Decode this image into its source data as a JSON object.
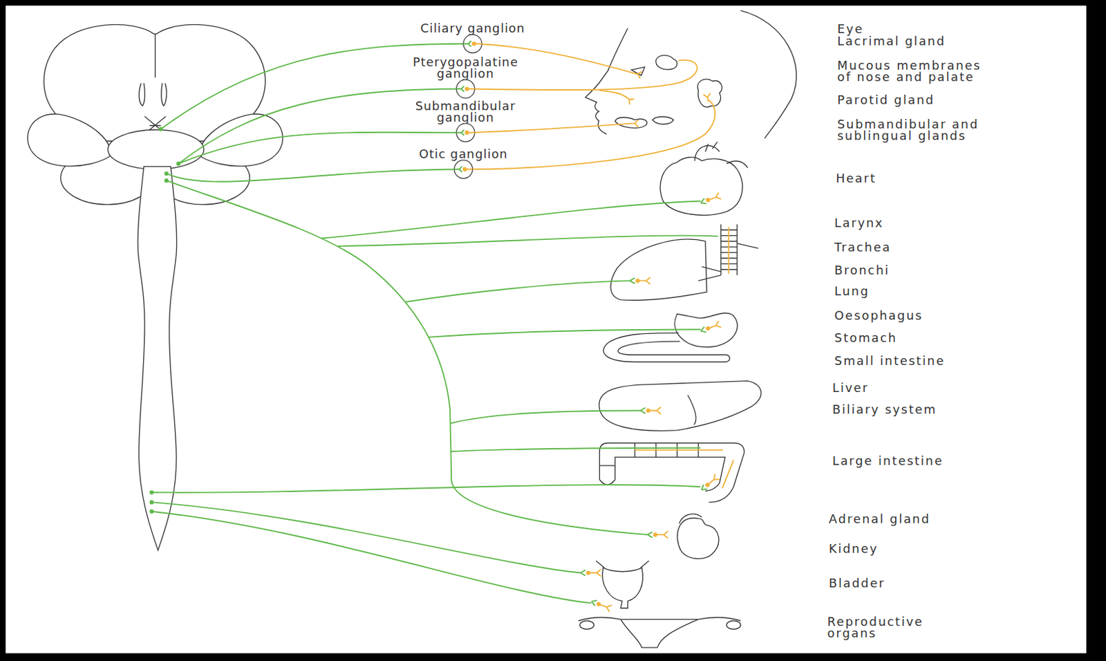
{
  "diagram": {
    "nodes": [
      {
        "text": [
          "Ciliary ganglion"
        ]
      },
      {
        "text": [
          "Pterygopalatine ganglion"
        ]
      },
      {
        "text": [
          "Submandibular ganglion"
        ]
      },
      {
        "text": [
          "Otic ganglion"
        ]
      }
    ],
    "labels": [
      "Eye",
      "Lacrimal gland",
      "Mucous membranes of nose and palate",
      "Parotid gland",
      "Submandibular and sublingual glands",
      "Heart",
      "Larynx",
      "Trachea",
      "Bronchi",
      "Lung",
      "Oesophagus",
      "Stomach",
      "Small intestine",
      "Liver",
      "Biliary system",
      "Large intestine",
      "Adrenal gland",
      "Kidney",
      "Bladder",
      "Reproductive organs"
    ]
  }
}
